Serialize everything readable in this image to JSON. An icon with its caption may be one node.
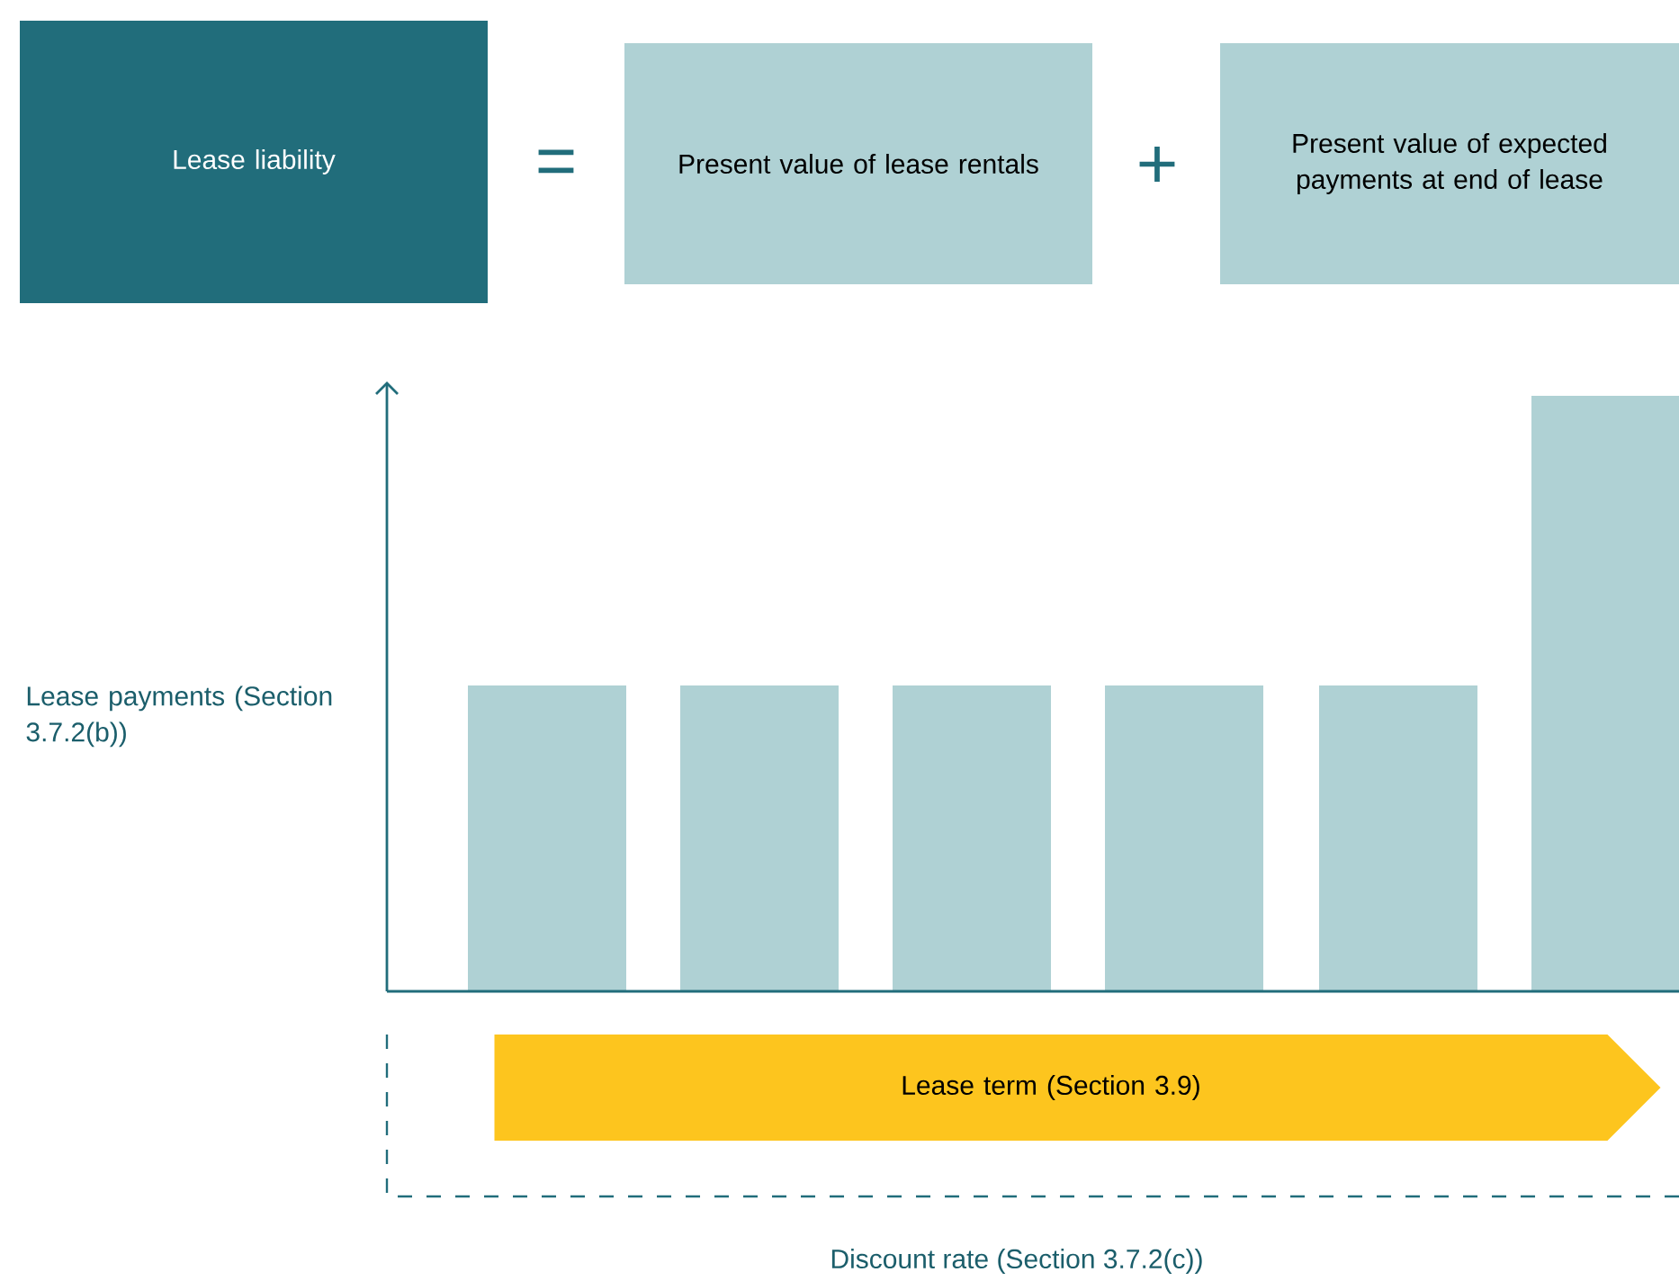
{
  "diagram": {
    "nodes": [
      {
        "text": [
          "Lease liability"
        ]
      },
      {
        "text": [
          "Present value of lease rentals"
        ]
      },
      {
        "text": [
          "Present value of expected payments at end of lease"
        ]
      },
      {
        "text": [
          "Lease term (Section 3.9)"
        ]
      }
    ],
    "labels": [
      "=",
      "+",
      "Lease payments (Section 3.7.2(b))",
      "Discount rate (Section 3.7.2(c))"
    ]
  }
}
